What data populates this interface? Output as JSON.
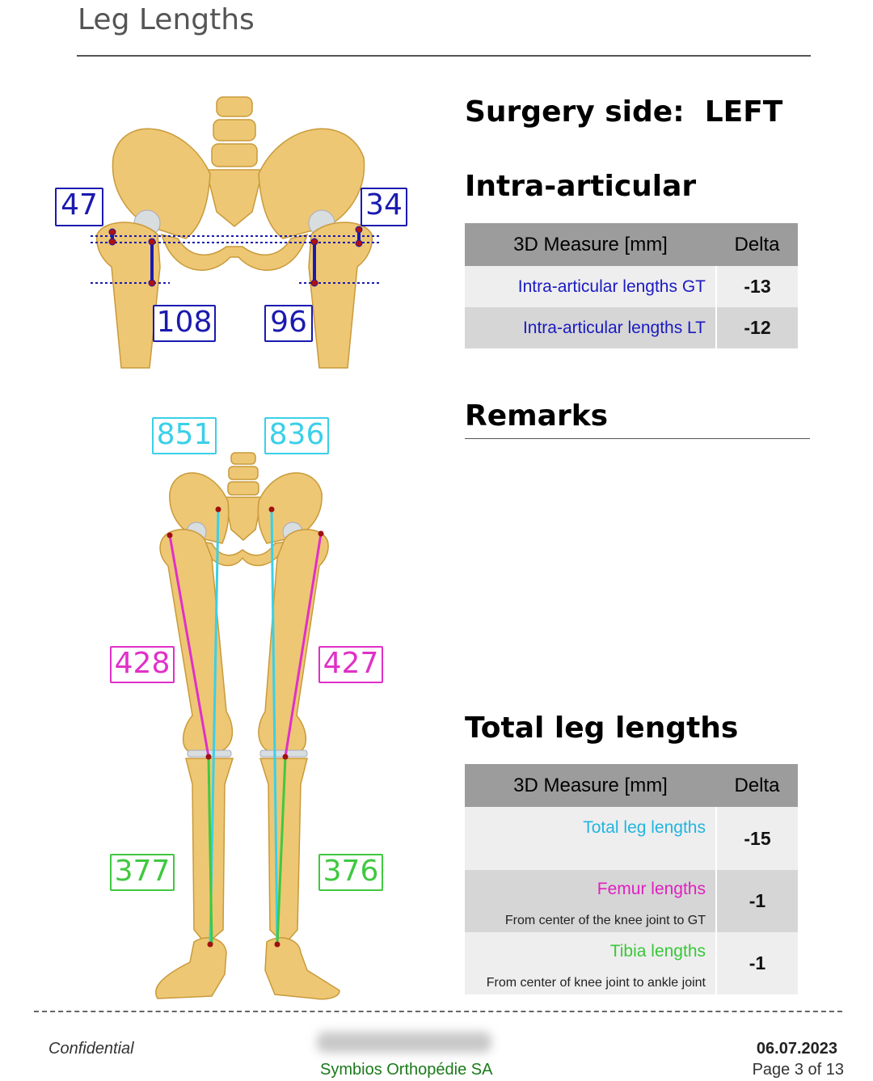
{
  "header": {
    "title": "Leg Lengths"
  },
  "surgery": {
    "label": "Surgery side:",
    "side": "LEFT"
  },
  "intra_articular": {
    "heading": "Intra-articular",
    "columns": [
      "3D Measure [mm]",
      "Delta"
    ],
    "rows": [
      {
        "label": "Intra-articular lengths GT",
        "delta": "-13",
        "color": "#1a1ac0"
      },
      {
        "label": "Intra-articular lengths LT",
        "delta": "-12",
        "color": "#1a1ac0"
      }
    ]
  },
  "remarks": {
    "heading": "Remarks"
  },
  "total": {
    "heading": "Total leg lengths",
    "columns": [
      "3D Measure [mm]",
      "Delta"
    ],
    "rows": [
      {
        "label": "Total leg lengths",
        "sub": "",
        "delta": "-15",
        "color": "#22b5e0"
      },
      {
        "label": "Femur lengths",
        "sub": "From center of the knee joint to GT",
        "delta": "-1",
        "color": "#e020c0"
      },
      {
        "label": "Tibia lengths",
        "sub": "From center of knee joint to ankle joint",
        "delta": "-1",
        "color": "#38c838"
      }
    ]
  },
  "pelvis_measures": {
    "gt_right": "47",
    "gt_left": "34",
    "lt_right": "108",
    "lt_left": "96",
    "color": "#1a1ab0"
  },
  "leg_measures": {
    "total_right": "851",
    "total_left": "836",
    "femur_right": "428",
    "femur_left": "427",
    "tibia_right": "377",
    "tibia_left": "376",
    "total_color": "#3ad0e8",
    "femur_color": "#e030c8",
    "tibia_color": "#40c840"
  },
  "footer": {
    "confidential": "Confidential",
    "company": "Symbios Orthopédie SA",
    "date": "06.07.2023",
    "page": "Page 3 of 13"
  }
}
